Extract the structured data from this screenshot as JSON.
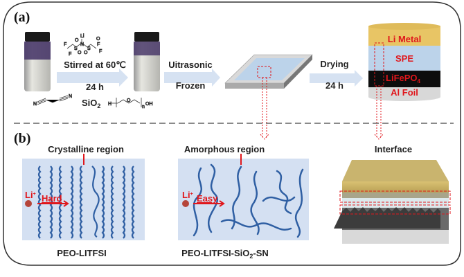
{
  "panel_a": {
    "label": "(a)",
    "step1": {
      "top": "Stirred at 60℃",
      "bottom": "24 h",
      "additive": "SiO",
      "additive_sub": "2"
    },
    "chem_litfsi": {
      "li": "Li",
      "n": "N",
      "s1": "S",
      "s2": "S",
      "o": "O",
      "f": "F"
    },
    "chem_sn": {
      "n1": "N",
      "n2": "N"
    },
    "chem_peo": {
      "h": "H",
      "o": "O",
      "n": "n",
      "oh": "OH"
    },
    "step2": {
      "top": "Uitrasonic",
      "bottom": "Frozen"
    },
    "step3": {
      "top": "Drying",
      "bottom": "24 h"
    },
    "cell_layers": [
      {
        "label": "Li Metal",
        "color": "#e8c565"
      },
      {
        "label": "SPE",
        "color": "#bcd3ea"
      },
      {
        "label": "LiFePO",
        "sub": "4",
        "color": "#0d0d0d"
      },
      {
        "label": "Al Foil",
        "color": "#d8d8d8"
      }
    ]
  },
  "panel_b": {
    "label": "(b)",
    "crystalline": {
      "title": "Crystalline region",
      "ion": "Li",
      "ion_sup": "+",
      "motion": "Hard",
      "caption": "PEO-LITFSI"
    },
    "amorphous": {
      "title": "Amorphous region",
      "ion": "Li",
      "ion_sup": "+",
      "motion": "Easy",
      "caption_a": "PEO-LITFSI-SiO",
      "caption_sub": "2",
      "caption_b": "-SN"
    },
    "interface": {
      "title": "Interface"
    }
  },
  "colors": {
    "accent_red": "#e0161b",
    "chain_blue": "#2f5fa3",
    "panel_bg": "#d4e0f2",
    "arrow": "#d6e2f2"
  }
}
